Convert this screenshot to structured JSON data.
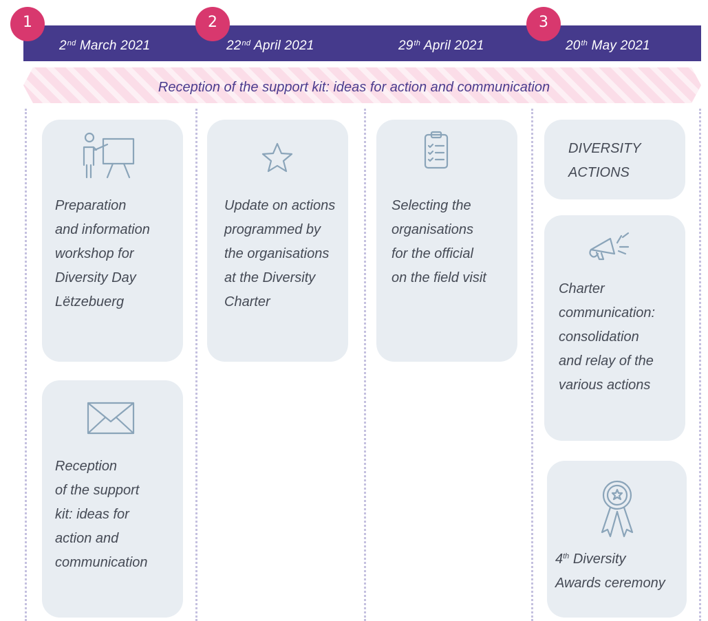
{
  "timeline": {
    "badges": [
      "1",
      "2",
      "3"
    ],
    "dates": [
      {
        "day": "2",
        "suffix": "nd",
        "rest": "March 2021"
      },
      {
        "day": "22",
        "suffix": "nd",
        "rest": "April 2021"
      },
      {
        "day": "29",
        "suffix": "th",
        "rest": "April 2021"
      },
      {
        "day": "20",
        "suffix": "th",
        "rest": "May 2021"
      }
    ],
    "ribbon_text": "Reception of the support kit: ideas for action and communication"
  },
  "cards": {
    "workshop": {
      "icon": "presentation-icon",
      "text": "Preparation\nand information\nworkshop for\nDiversity Day\nLëtzebuerg"
    },
    "update": {
      "icon": "star-icon",
      "text": "Update on actions\nprogrammed by\nthe organisations\nat the Diversity\nCharter"
    },
    "selecting": {
      "icon": "checklist-icon",
      "text": "Selecting the\norganisations\nfor the official\non the field visit"
    },
    "diversity_actions": {
      "text": "DIVERSITY\nACTIONS"
    },
    "charter_comm": {
      "icon": "megaphone-icon",
      "text": "Charter\ncommunication:\nconsolidation\nand relay of the\nvarious actions"
    },
    "reception_kit": {
      "icon": "envelope-icon",
      "text": "Reception\nof the support\nkit: ideas for\naction and\ncommunication"
    },
    "awards": {
      "icon": "award-ribbon-icon",
      "ordinal": "4",
      "ordinal_suffix": "th",
      "text_after_ordinal": " Diversity",
      "text_line2": "Awards ceremony"
    }
  },
  "colors": {
    "header": "#453a8c",
    "badge": "#d8386e",
    "ribbon": "#fbdde8",
    "ribbon_text": "#4b3c8e",
    "card_bg": "#e8edf2",
    "card_text": "#454a55",
    "icon": "#8aa4b9",
    "dotted_line": "#c4c0df"
  }
}
